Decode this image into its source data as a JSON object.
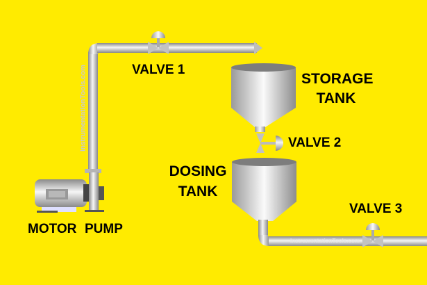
{
  "labels": {
    "valve1": "VALVE 1",
    "storage_tank_line1": "STORAGE",
    "storage_tank_line2": "TANK",
    "valve2": "VALVE 2",
    "dosing_tank_line1": "DOSING",
    "dosing_tank_line2": "TANK",
    "motor": "MOTOR",
    "pump": "PUMP",
    "valve3": "VALVE 3"
  },
  "watermark": "InstrumentationTools.com",
  "colors": {
    "background": "#FFEB00",
    "metal_light": "#f4f4f4",
    "metal_dark": "#8c8c8c"
  }
}
